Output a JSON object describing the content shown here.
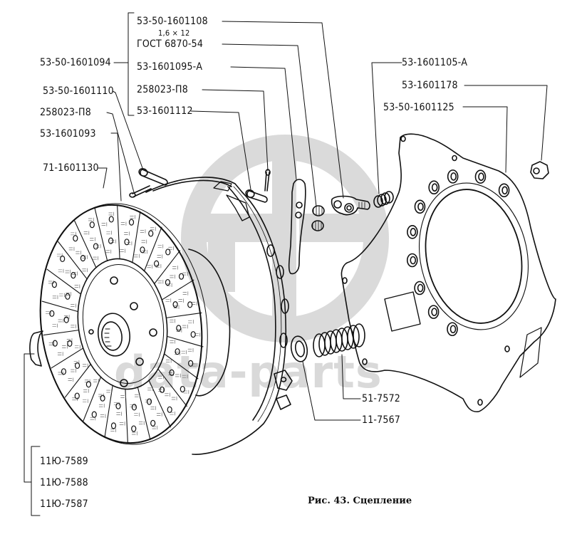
{
  "figure": {
    "caption": "Рис.  43.  Сцепление",
    "watermark_text": "data-parts",
    "watermark_logo": "circular-logo-watermark",
    "colors": {
      "line": "#111111",
      "watermark": "#d9d9d9",
      "background": "#ffffff"
    }
  },
  "labels": {
    "top_group": {
      "p1": "53-50-1601108",
      "p2_size": "1,6 × 12",
      "p2": "ГОСТ  6870-54",
      "p3": "53-1601095-А",
      "p4": "258023-П8",
      "p5": "53-1601112"
    },
    "left": {
      "l1": "53-50-1601094",
      "l2": "53-50-1601110",
      "l3": "258023-П8",
      "l4": "53-1601093",
      "l5": "71-1601130"
    },
    "right": {
      "r1": "53-1601105-А",
      "r2": "53-1601178",
      "r3": "53-50-1601125"
    },
    "bottom_mid": {
      "b1": "51-7572",
      "b2": "11-7567"
    },
    "bottom_left": {
      "k1": "11Ю-7589",
      "k2": "11Ю-7588",
      "k3": "11Ю-7587"
    }
  },
  "parts": [
    {
      "name": "clutch-disc",
      "kind": "driven disc with friction linings"
    },
    {
      "name": "pressure-plate-cover",
      "kind": "cover assembly"
    },
    {
      "name": "release-lever",
      "kind": "lever"
    },
    {
      "name": "needle-bearings",
      "kind": "bearing"
    },
    {
      "name": "eye-bolt",
      "kind": "fork / eye bolt"
    },
    {
      "name": "adjusting-spring",
      "kind": "small spring"
    },
    {
      "name": "cover-housing",
      "kind": "clutch housing flange"
    },
    {
      "name": "adjusting-nut",
      "kind": "nut"
    },
    {
      "name": "pressure-springs",
      "kind": "coil springs"
    },
    {
      "name": "insulating-washer",
      "kind": "washer"
    },
    {
      "name": "lever-pins",
      "kind": "pins"
    },
    {
      "name": "cotter-pins",
      "kind": "split pins"
    },
    {
      "name": "balance-clip",
      "kind": "clip"
    }
  ]
}
